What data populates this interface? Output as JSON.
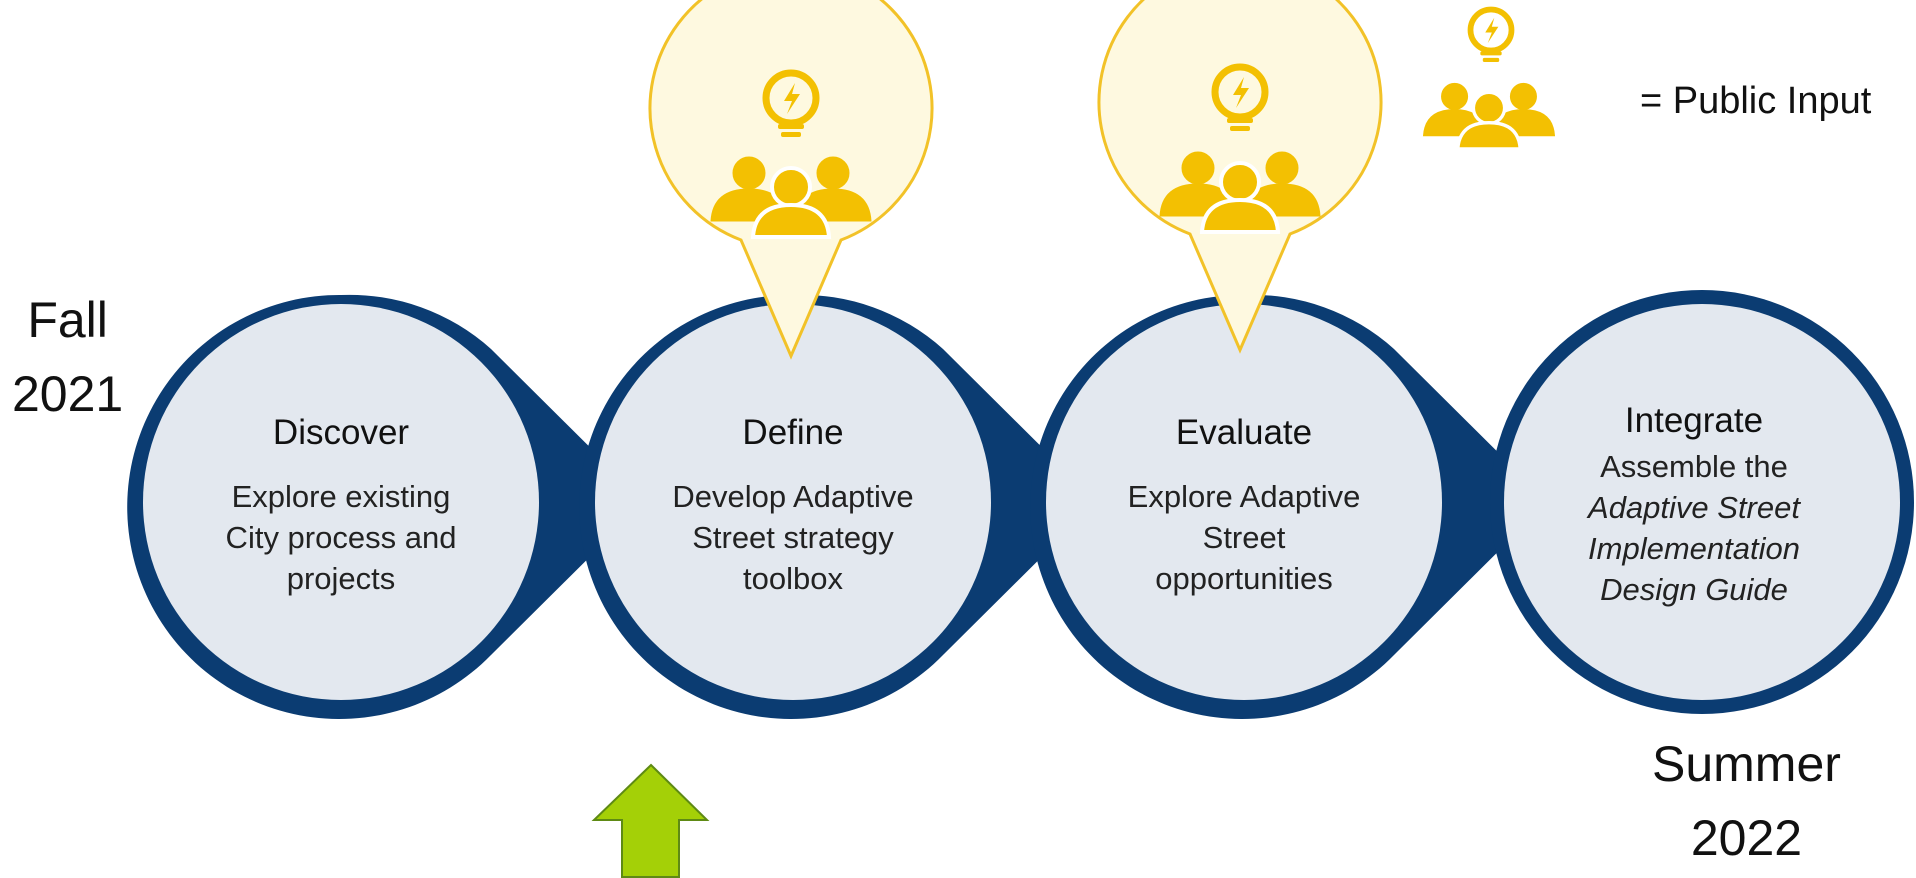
{
  "stages": [
    {
      "title": "Discover",
      "description_lines": [
        "Explore existing",
        "City process and",
        "projects"
      ]
    },
    {
      "title": "Define",
      "description_lines": [
        "Develop Adaptive",
        "Street strategy",
        "toolbox"
      ]
    },
    {
      "title": "Evaluate",
      "description_lines": [
        "Explore Adaptive",
        "Street",
        "opportunities"
      ]
    },
    {
      "title": "Integrate",
      "intro_line": "Assemble the",
      "description_lines": [
        "Adaptive Street",
        "Implementation",
        "Design Guide"
      ]
    }
  ],
  "start_label": {
    "line1": "Fall",
    "line2": "2021"
  },
  "end_label": {
    "line1": "Summer",
    "line2": "2022"
  },
  "legend": {
    "text": "= Public Input",
    "icon": "public-input-icon"
  },
  "markers": {
    "icon": "public-input-icon",
    "stages": [
      "Define",
      "Evaluate"
    ]
  },
  "current_stage_indicator": {
    "icon": "arrow-up-icon",
    "stage": "Define"
  },
  "colors": {
    "ring": "#0B3C72",
    "circle_fill": "#E3E8EF",
    "marker_fill": "#FEF9E0",
    "marker_stroke": "#F2C228",
    "icon_yellow": "#F3C002",
    "arrow_fill": "#A4D007",
    "arrow_stroke": "#5E8A14"
  }
}
